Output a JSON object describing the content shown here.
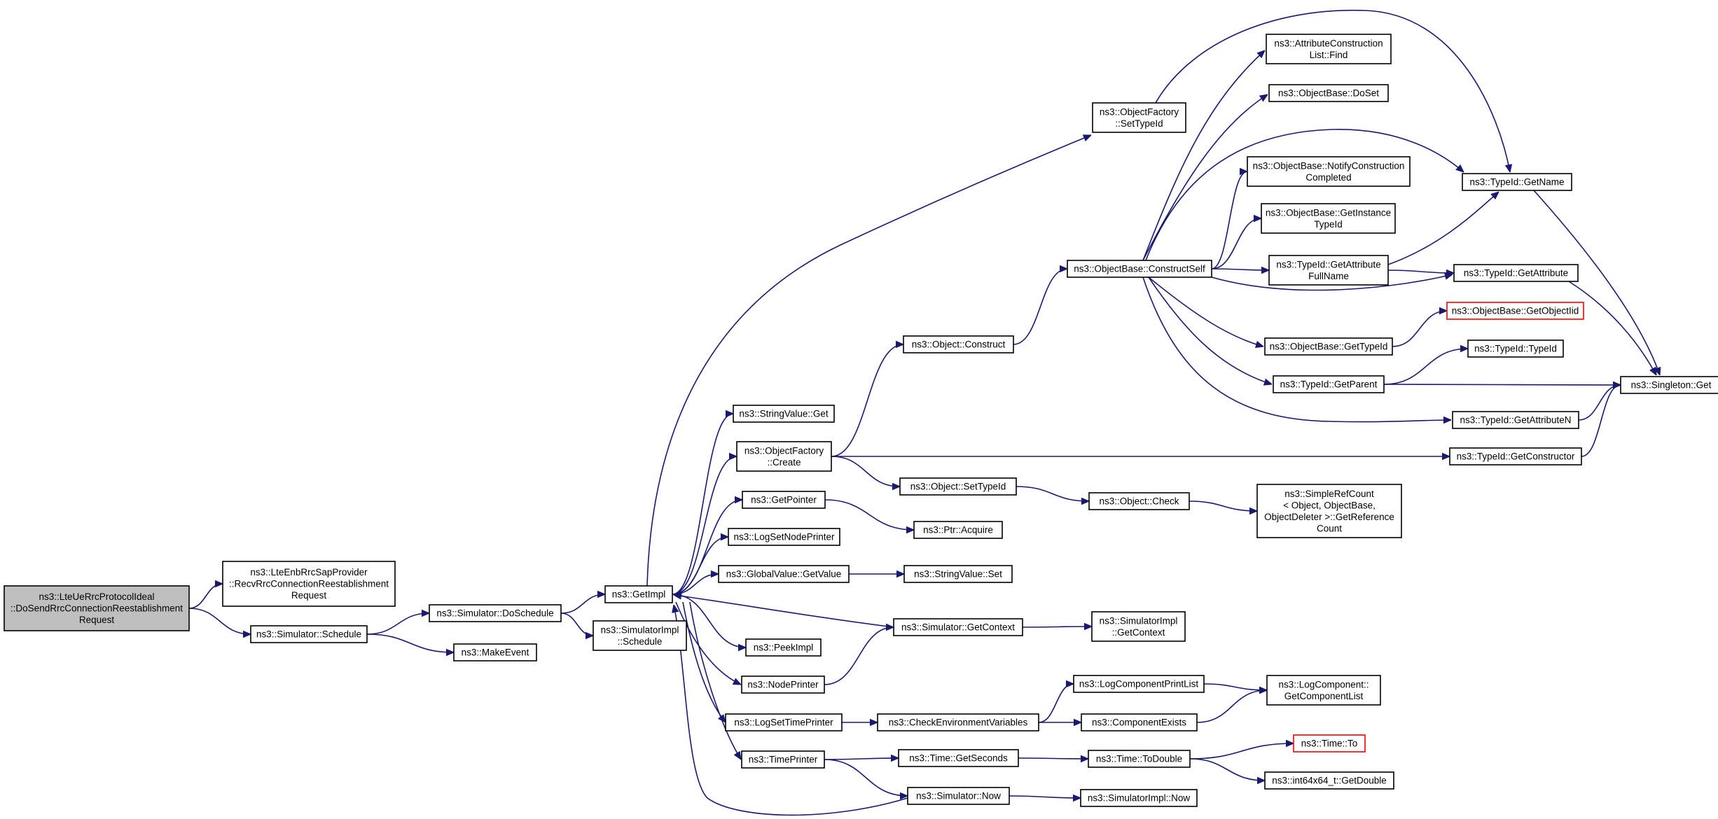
{
  "nodes": [
    {
      "id": "root",
      "lines": [
        "ns3::LteUeRrcProtocolIdeal",
        "::DoSendRrcConnectionReestablishment",
        "Request"
      ],
      "root": true
    },
    {
      "id": "recv",
      "lines": [
        "ns3::LteEnbRrcSapProvider",
        "::RecvRrcConnectionReestablishment",
        "Request"
      ]
    },
    {
      "id": "schedule",
      "lines": [
        "ns3::Simulator::Schedule"
      ]
    },
    {
      "id": "doschedule",
      "lines": [
        "ns3::Simulator::DoSchedule"
      ]
    },
    {
      "id": "makeevent",
      "lines": [
        "ns3::MakeEvent"
      ]
    },
    {
      "id": "getimpl",
      "lines": [
        "ns3::GetImpl"
      ]
    },
    {
      "id": "simimplsched",
      "lines": [
        "ns3::SimulatorImpl",
        "::Schedule"
      ]
    },
    {
      "id": "stringvalueget",
      "lines": [
        "ns3::StringValue::Get"
      ]
    },
    {
      "id": "factorycreate",
      "lines": [
        "ns3::ObjectFactory",
        "::Create"
      ]
    },
    {
      "id": "getpointer",
      "lines": [
        "ns3::GetPointer"
      ]
    },
    {
      "id": "logsetnode",
      "lines": [
        "ns3::LogSetNodePrinter"
      ]
    },
    {
      "id": "gvgetvalue",
      "lines": [
        "ns3::GlobalValue::GetValue"
      ]
    },
    {
      "id": "peekimpl",
      "lines": [
        "ns3::PeekImpl"
      ]
    },
    {
      "id": "nodeprinter",
      "lines": [
        "ns3::NodePrinter"
      ]
    },
    {
      "id": "logsettime",
      "lines": [
        "ns3::LogSetTimePrinter"
      ]
    },
    {
      "id": "timeprinter",
      "lines": [
        "ns3::TimePrinter"
      ]
    },
    {
      "id": "setfactorytypeid",
      "lines": [
        "ns3::ObjectFactory",
        "::SetTypeId"
      ]
    },
    {
      "id": "objconstruct",
      "lines": [
        "ns3::Object::Construct"
      ]
    },
    {
      "id": "objsettypeid",
      "lines": [
        "ns3::Object::SetTypeId"
      ]
    },
    {
      "id": "ptracquire",
      "lines": [
        "ns3::Ptr::Acquire"
      ]
    },
    {
      "id": "stringvalueset",
      "lines": [
        "ns3::StringValue::Set"
      ]
    },
    {
      "id": "simgetcontext",
      "lines": [
        "ns3::Simulator::GetContext"
      ]
    },
    {
      "id": "checkenv",
      "lines": [
        "ns3::CheckEnvironmentVariables"
      ]
    },
    {
      "id": "timegetseconds",
      "lines": [
        "ns3::Time::GetSeconds"
      ]
    },
    {
      "id": "simnow",
      "lines": [
        "ns3::Simulator::Now"
      ]
    },
    {
      "id": "constructself",
      "lines": [
        "ns3::ObjectBase::ConstructSelf"
      ]
    },
    {
      "id": "objcheck",
      "lines": [
        "ns3::Object::Check"
      ]
    },
    {
      "id": "implgetcontext",
      "lines": [
        "ns3::SimulatorImpl",
        "::GetContext"
      ]
    },
    {
      "id": "logcompprintlist",
      "lines": [
        "ns3::LogComponentPrintList"
      ]
    },
    {
      "id": "compexists",
      "lines": [
        "ns3::ComponentExists"
      ]
    },
    {
      "id": "timetodouble",
      "lines": [
        "ns3::Time::ToDouble"
      ]
    },
    {
      "id": "implnow",
      "lines": [
        "ns3::SimulatorImpl::Now"
      ]
    },
    {
      "id": "attrlistfind",
      "lines": [
        "ns3::AttributeConstruction",
        "List::Find"
      ]
    },
    {
      "id": "doset",
      "lines": [
        "ns3::ObjectBase::DoSet"
      ]
    },
    {
      "id": "notifyconstruction",
      "lines": [
        "ns3::ObjectBase::NotifyConstruction",
        "Completed"
      ]
    },
    {
      "id": "getinstancetypeid",
      "lines": [
        "ns3::ObjectBase::GetInstance",
        "TypeId"
      ]
    },
    {
      "id": "getattrfullname",
      "lines": [
        "ns3::TypeId::GetAttribute",
        "FullName"
      ]
    },
    {
      "id": "obgettypeid",
      "lines": [
        "ns3::ObjectBase::GetTypeId"
      ]
    },
    {
      "id": "typeidgetparent",
      "lines": [
        "ns3::TypeId::GetParent"
      ]
    },
    {
      "id": "simplerefcount",
      "lines": [
        "ns3::SimpleRefCount",
        "< Object, ObjectBase,",
        "ObjectDeleter >::GetReference",
        "Count"
      ]
    },
    {
      "id": "getcomponentlist",
      "lines": [
        "ns3::LogComponent::",
        "GetComponentList"
      ]
    },
    {
      "id": "timeto",
      "lines": [
        "ns3::Time::To"
      ],
      "truncated": true
    },
    {
      "id": "int64getdouble",
      "lines": [
        "ns3::int64x64_t::GetDouble"
      ]
    },
    {
      "id": "typeidgetname",
      "lines": [
        "ns3::TypeId::GetName"
      ]
    },
    {
      "id": "typeidgetattribute",
      "lines": [
        "ns3::TypeId::GetAttribute"
      ]
    },
    {
      "id": "getobjectiid",
      "lines": [
        "ns3::ObjectBase::GetObjectIid"
      ],
      "truncated": true
    },
    {
      "id": "typeidtypeid",
      "lines": [
        "ns3::TypeId::TypeId"
      ]
    },
    {
      "id": "typeidgetattrn",
      "lines": [
        "ns3::TypeId::GetAttributeN"
      ]
    },
    {
      "id": "typeidgetconstructor",
      "lines": [
        "ns3::TypeId::GetConstructor"
      ]
    },
    {
      "id": "singletonget",
      "lines": [
        "ns3::Singleton::Get"
      ]
    }
  ],
  "edges": [
    [
      "root",
      "recv"
    ],
    [
      "root",
      "schedule"
    ],
    [
      "schedule",
      "doschedule"
    ],
    [
      "schedule",
      "makeevent"
    ],
    [
      "doschedule",
      "getimpl"
    ],
    [
      "doschedule",
      "simimplsched"
    ],
    [
      "getimpl",
      "setfactorytypeid"
    ],
    [
      "getimpl",
      "stringvalueget"
    ],
    [
      "getimpl",
      "factorycreate"
    ],
    [
      "getimpl",
      "getpointer"
    ],
    [
      "getimpl",
      "logsetnode"
    ],
    [
      "getimpl",
      "gvgetvalue"
    ],
    [
      "getimpl",
      "peekimpl"
    ],
    [
      "getimpl",
      "nodeprinter"
    ],
    [
      "getimpl",
      "logsettime"
    ],
    [
      "getimpl",
      "timeprinter"
    ],
    [
      "simgetcontext",
      "getimpl"
    ],
    [
      "simnow",
      "getimpl"
    ],
    [
      "factorycreate",
      "objconstruct"
    ],
    [
      "factorycreate",
      "objsettypeid"
    ],
    [
      "factorycreate",
      "typeidgetconstructor"
    ],
    [
      "getpointer",
      "ptracquire"
    ],
    [
      "gvgetvalue",
      "stringvalueset"
    ],
    [
      "nodeprinter",
      "simgetcontext"
    ],
    [
      "logsettime",
      "checkenv"
    ],
    [
      "timeprinter",
      "timegetseconds"
    ],
    [
      "timeprinter",
      "simnow"
    ],
    [
      "objconstruct",
      "constructself"
    ],
    [
      "objsettypeid",
      "objcheck"
    ],
    [
      "simgetcontext",
      "implgetcontext"
    ],
    [
      "checkenv",
      "logcompprintlist"
    ],
    [
      "checkenv",
      "compexists"
    ],
    [
      "timegetseconds",
      "timetodouble"
    ],
    [
      "simnow",
      "implnow"
    ],
    [
      "setfactorytypeid",
      "typeidgetname"
    ],
    [
      "constructself",
      "attrlistfind"
    ],
    [
      "constructself",
      "doset"
    ],
    [
      "constructself",
      "typeidgetname"
    ],
    [
      "constructself",
      "notifyconstruction"
    ],
    [
      "constructself",
      "getinstancetypeid"
    ],
    [
      "constructself",
      "getattrfullname"
    ],
    [
      "constructself",
      "typeidgetattribute"
    ],
    [
      "constructself",
      "obgettypeid"
    ],
    [
      "constructself",
      "typeidgetparent"
    ],
    [
      "constructself",
      "typeidgetattrn"
    ],
    [
      "objcheck",
      "simplerefcount"
    ],
    [
      "logcompprintlist",
      "getcomponentlist"
    ],
    [
      "compexists",
      "getcomponentlist"
    ],
    [
      "timetodouble",
      "timeto"
    ],
    [
      "timetodouble",
      "int64getdouble"
    ],
    [
      "getattrfullname",
      "typeidgetname"
    ],
    [
      "getattrfullname",
      "typeidgetattribute"
    ],
    [
      "obgettypeid",
      "getobjectiid"
    ],
    [
      "typeidgetparent",
      "typeidtypeid"
    ],
    [
      "typeidgetparent",
      "singletonget"
    ],
    [
      "typeidgetname",
      "singletonget"
    ],
    [
      "typeidgetattribute",
      "singletonget"
    ],
    [
      "typeidgetattrn",
      "singletonget"
    ],
    [
      "typeidgetconstructor",
      "singletonget"
    ]
  ]
}
